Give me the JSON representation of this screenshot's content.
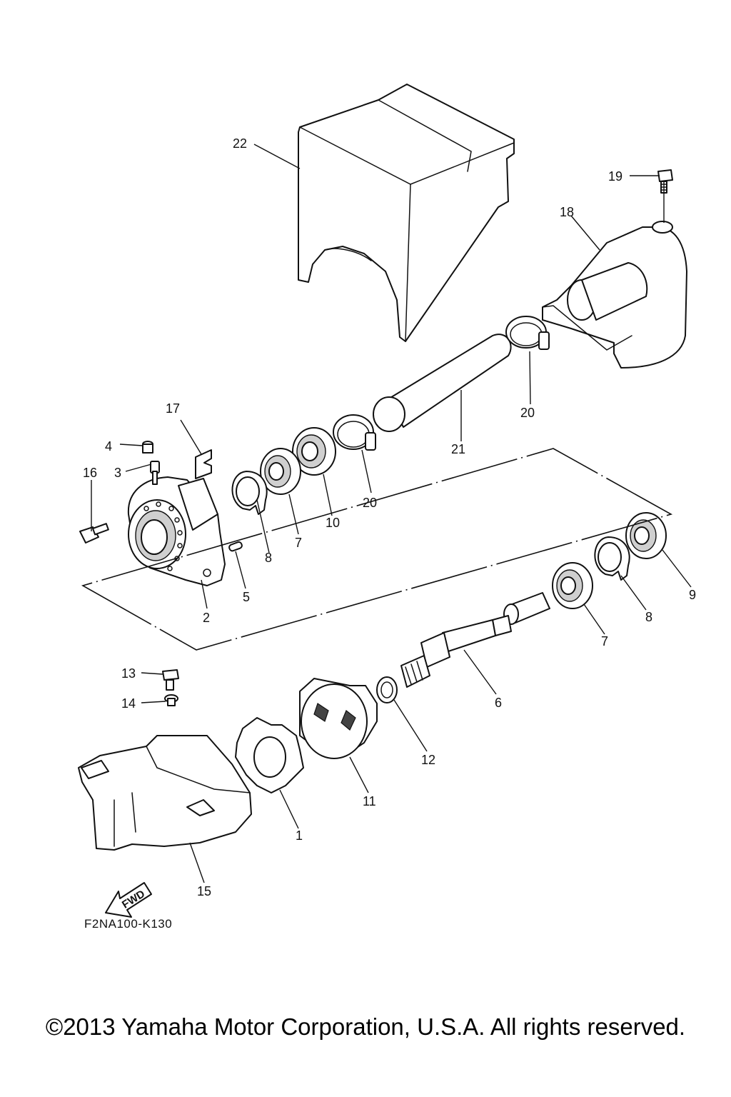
{
  "diagram": {
    "drawing_code": "F2NA100-K130",
    "copyright": "©2013 Yamaha Motor Corporation, U.S.A. All rights reserved.",
    "fwd_label": "FWD",
    "callouts": {
      "c1": "1",
      "c2": "2",
      "c3": "3",
      "c4": "4",
      "c5": "5",
      "c6": "6",
      "c7a": "7",
      "c7b": "7",
      "c8a": "8",
      "c8b": "8",
      "c9": "9",
      "c10": "10",
      "c11": "11",
      "c12": "12",
      "c13": "13",
      "c14": "14",
      "c15": "15",
      "c16": "16",
      "c17": "17",
      "c18": "18",
      "c19": "19",
      "c20a": "20",
      "c20b": "20",
      "c21": "21",
      "c22": "22"
    }
  }
}
